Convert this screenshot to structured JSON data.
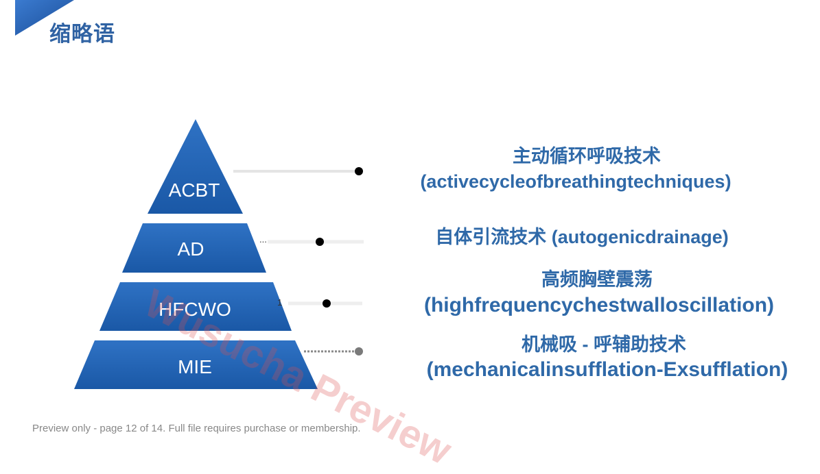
{
  "title": "缩略语",
  "tiers": [
    {
      "label": "ACBT",
      "cn": "主动循环呼吸技术",
      "en": "(activecycleofbreathingtechniques)"
    },
    {
      "label": "AD",
      "cn": "自体引流技术 (autogenicdrainage)",
      "en": ""
    },
    {
      "label": "HFCWO",
      "cn": "高频胸壁震荡",
      "en": "(highfrequencychestwalloscillation)"
    },
    {
      "label": "MIE",
      "cn": "机械吸 - 呼辅助技术",
      "en": "(mechanicalinsufflation-Exsufflation)"
    }
  ],
  "stray_marks": {
    "dots": "...",
    "one": "1"
  },
  "watermark": "Wusucha Preview",
  "footer": "Preview only - page 12 of 14. Full file requires purchase or membership.",
  "colors": {
    "tier": "#1f5fae",
    "text": "#2f69a8",
    "title": "#2f62a3"
  }
}
